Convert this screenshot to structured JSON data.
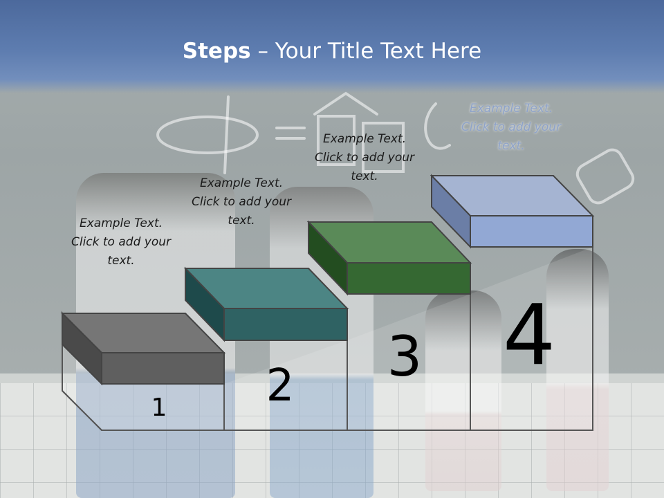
{
  "title": {
    "bold": "Steps",
    "rest": " – Your Title Text Here"
  },
  "steps": [
    {
      "number": "1",
      "text": "Example Text. Click  to add your text.",
      "color": "#5a5a5a"
    },
    {
      "number": "2",
      "text": "Example Text. Click  to add your text.",
      "color": "#2f6263"
    },
    {
      "number": "3",
      "text": "Example Text. Click  to add your text.",
      "color": "#356832"
    },
    {
      "number": "4",
      "text": "Example Text. Click  to add your text.",
      "color": "#9aaed4"
    }
  ]
}
